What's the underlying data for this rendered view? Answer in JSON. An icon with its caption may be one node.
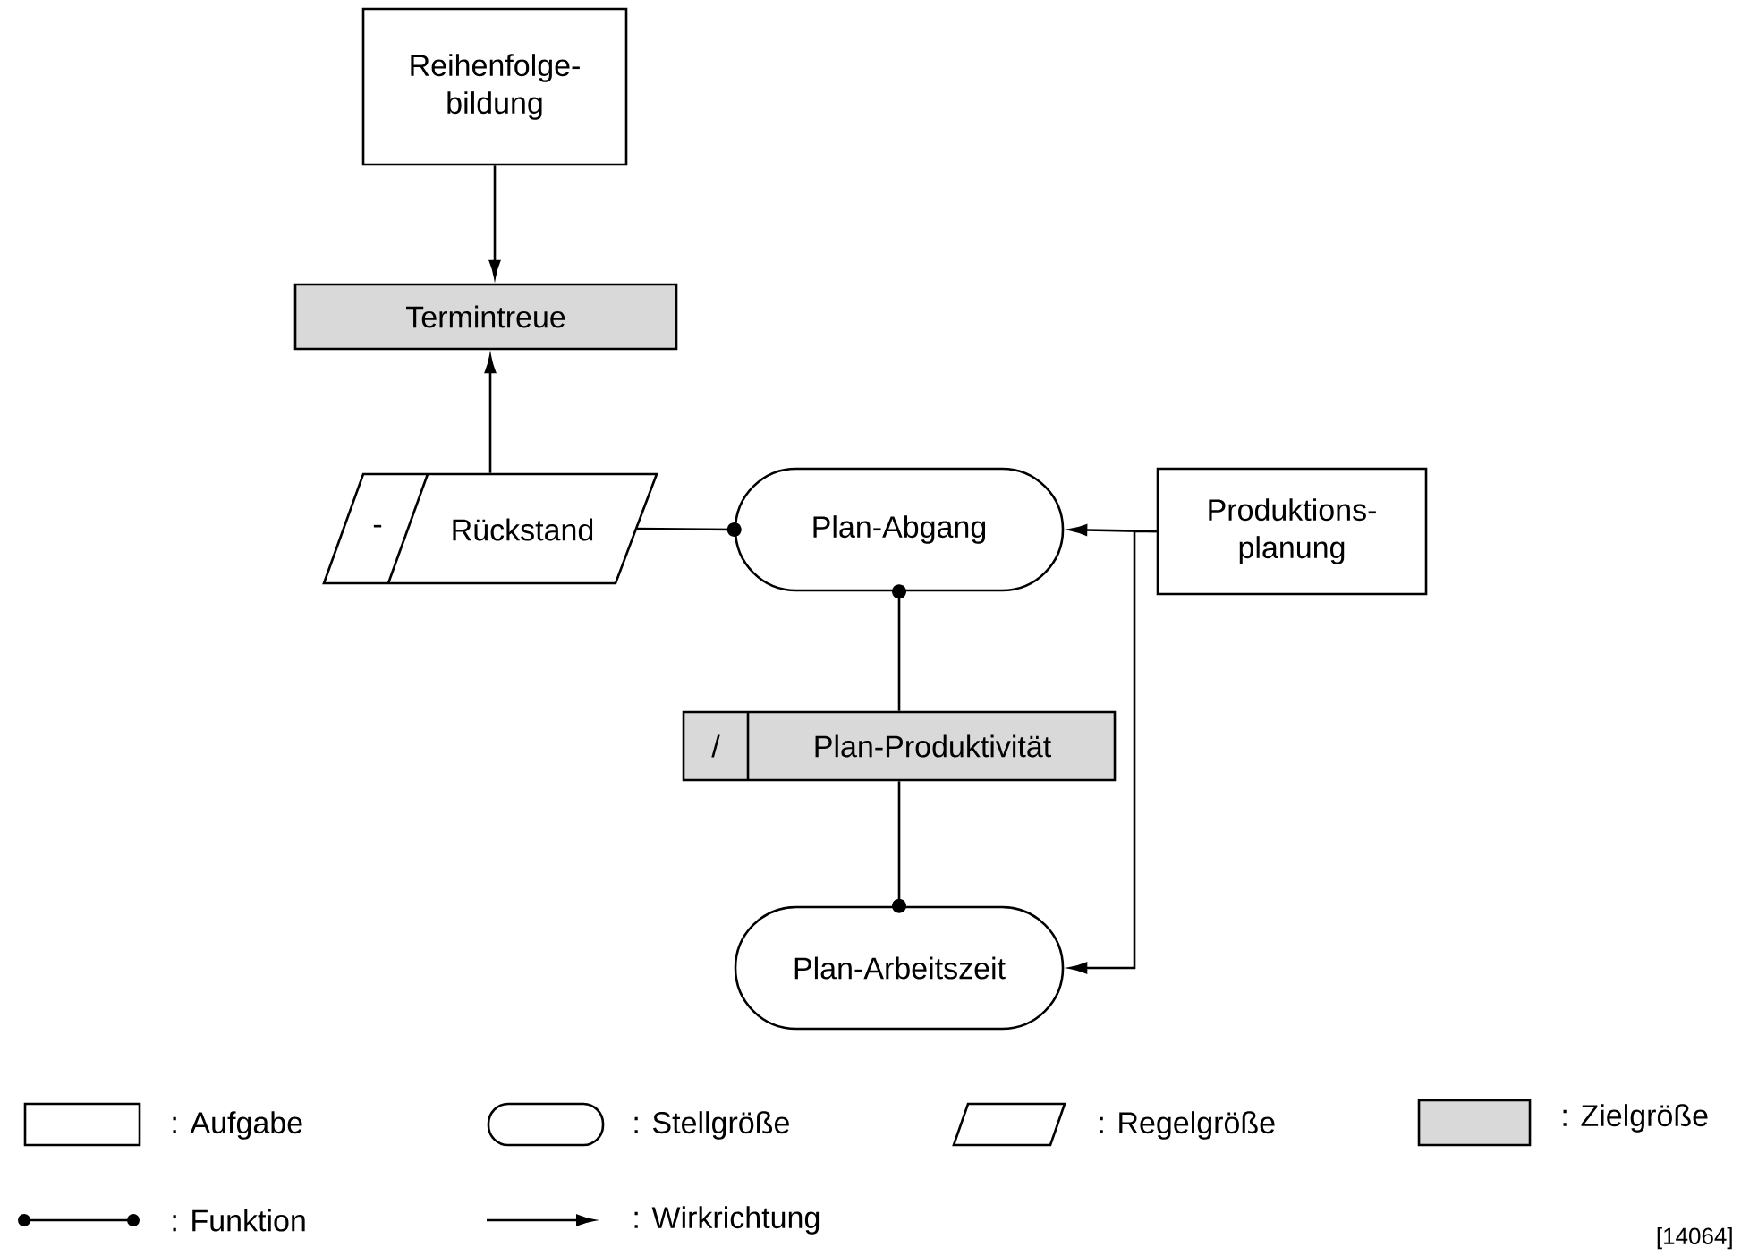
{
  "diagram": {
    "nodes": [
      {
        "text": [
          "Reihenfolge- bildung"
        ]
      },
      {
        "text": [
          "Termintreue"
        ]
      },
      {
        "text": [
          "-",
          "Rückstand"
        ]
      },
      {
        "text": [
          "Plan-Abgang"
        ]
      },
      {
        "text": [
          "Produktions- planung"
        ]
      },
      {
        "text": [
          "/",
          "Plan-Produktivität"
        ]
      },
      {
        "text": [
          "Plan-Arbeitszeit"
        ]
      }
    ],
    "edges": [
      {
        "from": 0,
        "to": 1,
        "arrow": "to"
      },
      {
        "from": 2,
        "to": 1,
        "arrow": "to"
      },
      {
        "from": 2,
        "to": 3,
        "arrow": "other"
      },
      {
        "from": 5,
        "to": 3,
        "arrow": "other"
      },
      {
        "from": 5,
        "to": 6,
        "arrow": "other"
      },
      {
        "from": 4,
        "to": 3,
        "arrow": "to"
      },
      {
        "from": 4,
        "to": 6,
        "arrow": "to"
      }
    ],
    "labels": [
      "[14064]"
    ],
    "legend": [
      {
        "text": ": Aufgabe"
      },
      {
        "text": ": Stellgröße"
      },
      {
        "text": ": Regelgröße"
      },
      {
        "text": ": Zielgröße",
        "color": "#d9d9d9"
      },
      {
        "text": ": Funktion"
      },
      {
        "text": ": Wirkrichtung"
      }
    ]
  }
}
